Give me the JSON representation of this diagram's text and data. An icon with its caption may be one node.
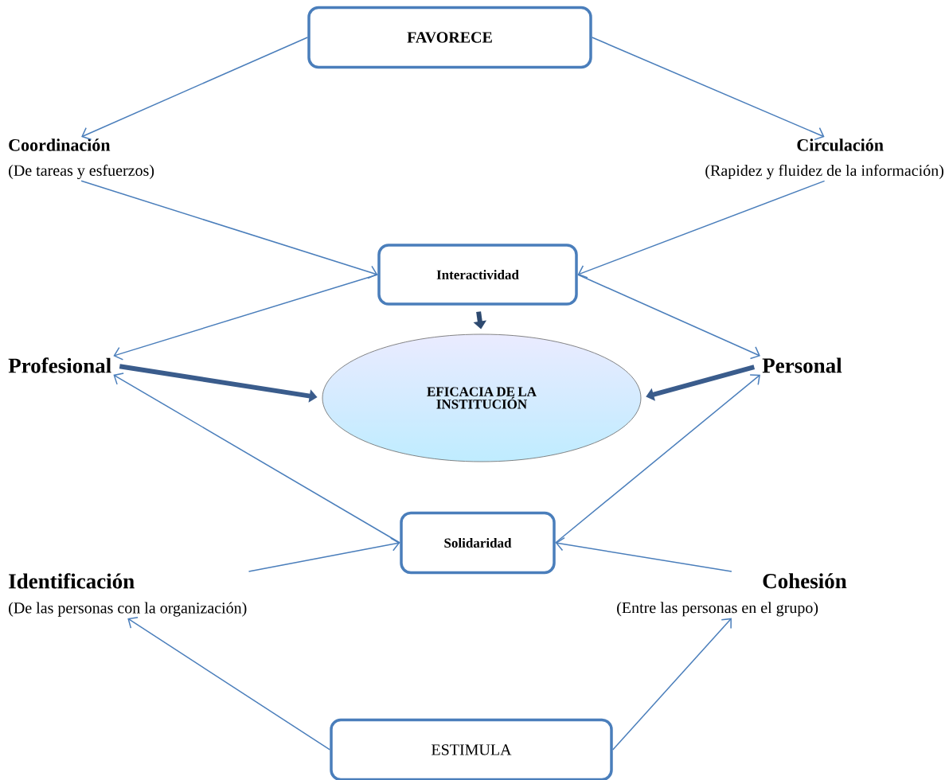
{
  "diagram": {
    "nodes": [
      {
        "text": [
          "FAVORECE"
        ]
      },
      {
        "text": [
          "Coordinación",
          "(De tareas y esfuerzos)"
        ]
      },
      {
        "text": [
          "Circulación",
          "(Rapidez y fluidez de la información)"
        ]
      },
      {
        "text": [
          "Interactividad"
        ]
      },
      {
        "text": [
          "Profesional"
        ]
      },
      {
        "text": [
          "EFICACIA DE LA INSTITUCIÓN"
        ]
      },
      {
        "text": [
          "Personal"
        ]
      },
      {
        "text": [
          "Solidaridad"
        ]
      },
      {
        "text": [
          "Identificación",
          "(De las personas con la organización)"
        ]
      },
      {
        "text": [
          "Cohesión",
          "(Entre las personas en el grupo)"
        ]
      },
      {
        "text": [
          "ESTIMULA"
        ]
      }
    ],
    "edges": [
      {
        "from": 0,
        "to": 1,
        "arrow": "to"
      },
      {
        "from": 0,
        "to": 2,
        "arrow": "to"
      },
      {
        "from": 1,
        "to": 3,
        "arrow": "to"
      },
      {
        "from": 2,
        "to": 3,
        "arrow": "to"
      },
      {
        "from": 3,
        "to": 4,
        "arrow": "to"
      },
      {
        "from": 3,
        "to": 6,
        "arrow": "to"
      },
      {
        "from": 3,
        "to": 5,
        "arrow": "to",
        "style": "thick",
        "color": "#2e4a70"
      },
      {
        "from": 4,
        "to": 5,
        "arrow": "to",
        "style": "thick",
        "color": "#3a5c8c"
      },
      {
        "from": 6,
        "to": 5,
        "arrow": "to",
        "style": "thick",
        "color": "#3a5c8c"
      },
      {
        "from": 7,
        "to": 4,
        "arrow": "to"
      },
      {
        "from": 7,
        "to": 6,
        "arrow": "to"
      },
      {
        "from": 8,
        "to": 7,
        "arrow": "to"
      },
      {
        "from": 9,
        "to": 7,
        "arrow": "to"
      },
      {
        "from": 10,
        "to": 8,
        "arrow": "to"
      },
      {
        "from": 10,
        "to": 9,
        "arrow": "to"
      }
    ]
  }
}
